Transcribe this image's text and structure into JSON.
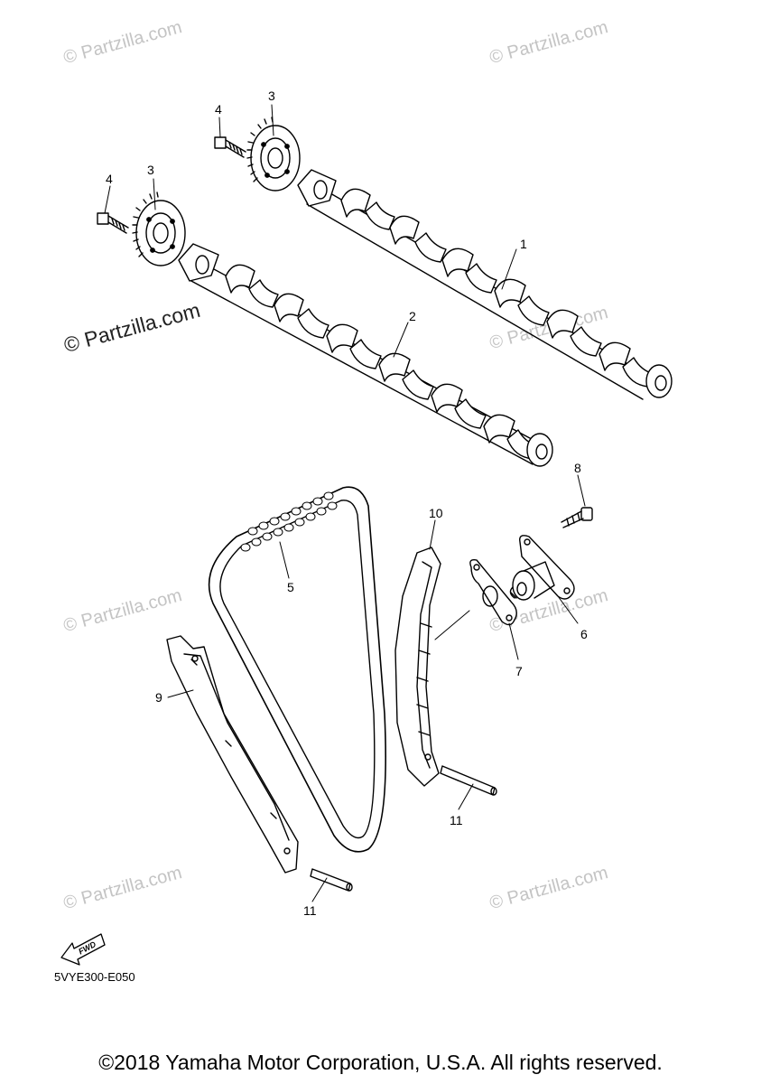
{
  "watermark_text": "© Partzilla.com",
  "diagram_code": "5VYE300-E050",
  "fwd_label": "FWD",
  "copyright": "©2018 Yamaha Motor Corporation, U.S.A. All rights reserved.",
  "callouts": {
    "c1": "1",
    "c2": "2",
    "c3a": "3",
    "c3b": "3",
    "c4a": "4",
    "c4b": "4",
    "c5": "5",
    "c6": "6",
    "c7": "7",
    "c8": "8",
    "c9": "9",
    "c10": "10",
    "c11a": "11",
    "c11b": "11"
  }
}
